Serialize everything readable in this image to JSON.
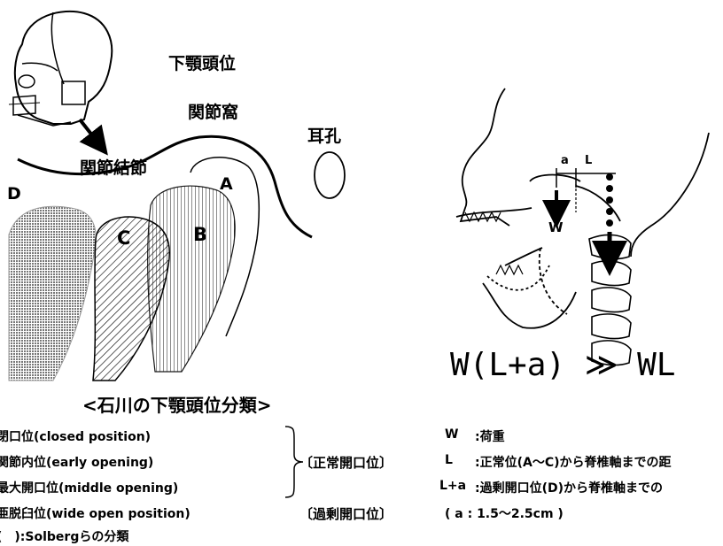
{
  "labels": {
    "condyle_position": "下顎頭位",
    "glenoid_fossa": "関節窩",
    "ear_hole": "耳孔",
    "articular_eminence": "関節結節",
    "A": "A",
    "B": "B",
    "C": "C",
    "D": "D",
    "W_small": "W",
    "a": "a",
    "L": "L"
  },
  "formula": "W(L+a) ≫ WL",
  "classification_title": "<石川の下顎頭位分類>",
  "positions": [
    "閉口位(closed position)",
    "関節内位(early opening)",
    "最大開口位(middle opening)",
    "亜脱臼位(wide open position)"
  ],
  "solberg_note": "(　):Solbergらの分類",
  "groups": {
    "normal": "〔正常開口位〕",
    "excessive": "〔過剰開口位〕"
  },
  "legend": [
    {
      "key": "W",
      "text": ":荷重"
    },
    {
      "key": "L",
      "text": ":正常位(A～C)から脊椎軸までの距"
    },
    {
      "key": "L+a",
      "text": ":過剰開口位(D)から脊椎軸までの"
    },
    {
      "key": "",
      "text": "( a : 1.5～2.5cm )"
    }
  ]
}
